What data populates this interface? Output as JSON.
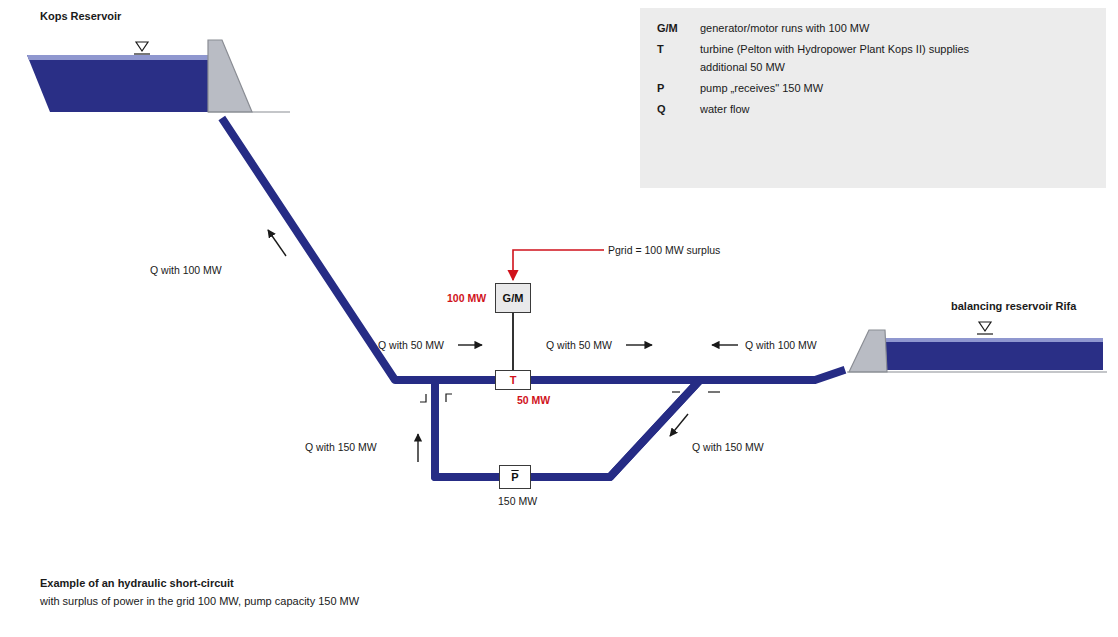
{
  "diagram": {
    "title": "Example of an hydraulic short-circuit",
    "caption": "with surplus of power in the grid 100 MW, pump capacity 150 MW",
    "nodes": [
      {
        "text": [
          "Kops Reservoir"
        ]
      },
      {
        "text": [
          "G/M",
          "generator/motor runs with 100 MW",
          "T",
          "turbine (Pelton with Hydropower Plant Kops II) supplies additional 50 MW",
          "P",
          "pump „receives\" 150 MW",
          "Q",
          "water flow"
        ]
      },
      {
        "text": [
          "G/M"
        ]
      },
      {
        "text": [
          "T"
        ]
      },
      {
        "text": [
          "balancing reservoir Rifa"
        ]
      },
      {
        "text": [
          "P"
        ]
      }
    ],
    "edges": [
      {
        "from": 5,
        "to": 0,
        "arrow": "none",
        "label": "Q with 100 MW"
      },
      {
        "from": 5,
        "to": 3,
        "arrow": "none",
        "label": "Q with 50 MW"
      },
      {
        "from": 3,
        "to": 5,
        "arrow": "none",
        "label": "Q with 50 MW"
      },
      {
        "from": 4,
        "to": 5,
        "arrow": "none",
        "label": "Q with 100 MW"
      },
      {
        "from": 2,
        "to": 3,
        "arrow": "none"
      }
    ],
    "labels": [
      "100 MW",
      "Pgrid = 100 MW surplus",
      "50 MW",
      "150 MW",
      "Q with 150 MW",
      "Q with 150 MW"
    ]
  }
}
